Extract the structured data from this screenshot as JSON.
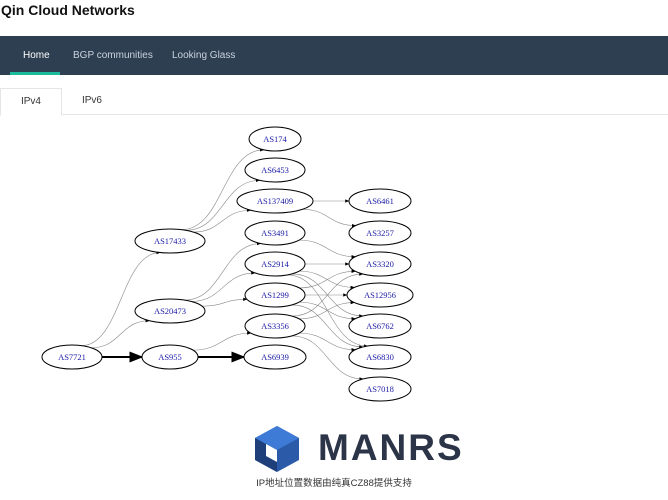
{
  "header": {
    "title": "Qin Cloud Networks"
  },
  "nav": {
    "items": [
      {
        "label": "Home",
        "active": true
      },
      {
        "label": "BGP communities",
        "active": false
      },
      {
        "label": "Looking Glass",
        "active": false
      }
    ]
  },
  "tabs": [
    {
      "label": "IPv4",
      "active": true
    },
    {
      "label": "IPv6",
      "active": false
    }
  ],
  "graph": {
    "nodes": [
      "AS174",
      "AS6453",
      "AS137409",
      "AS6461",
      "AS17433",
      "AS3491",
      "AS3257",
      "AS2914",
      "AS3320",
      "AS1299",
      "AS12956",
      "AS20473",
      "AS3356",
      "AS6762",
      "AS7721",
      "AS955",
      "AS6939",
      "AS6830",
      "AS7018"
    ]
  },
  "logo": {
    "text": "MANRS"
  },
  "footer": {
    "note": "IP地址位置数据由纯真CZ88提供支持"
  },
  "colors": {
    "navbar": "#2e3f52",
    "accent": "#1abc9c",
    "node_text": "#1a1aa6"
  }
}
